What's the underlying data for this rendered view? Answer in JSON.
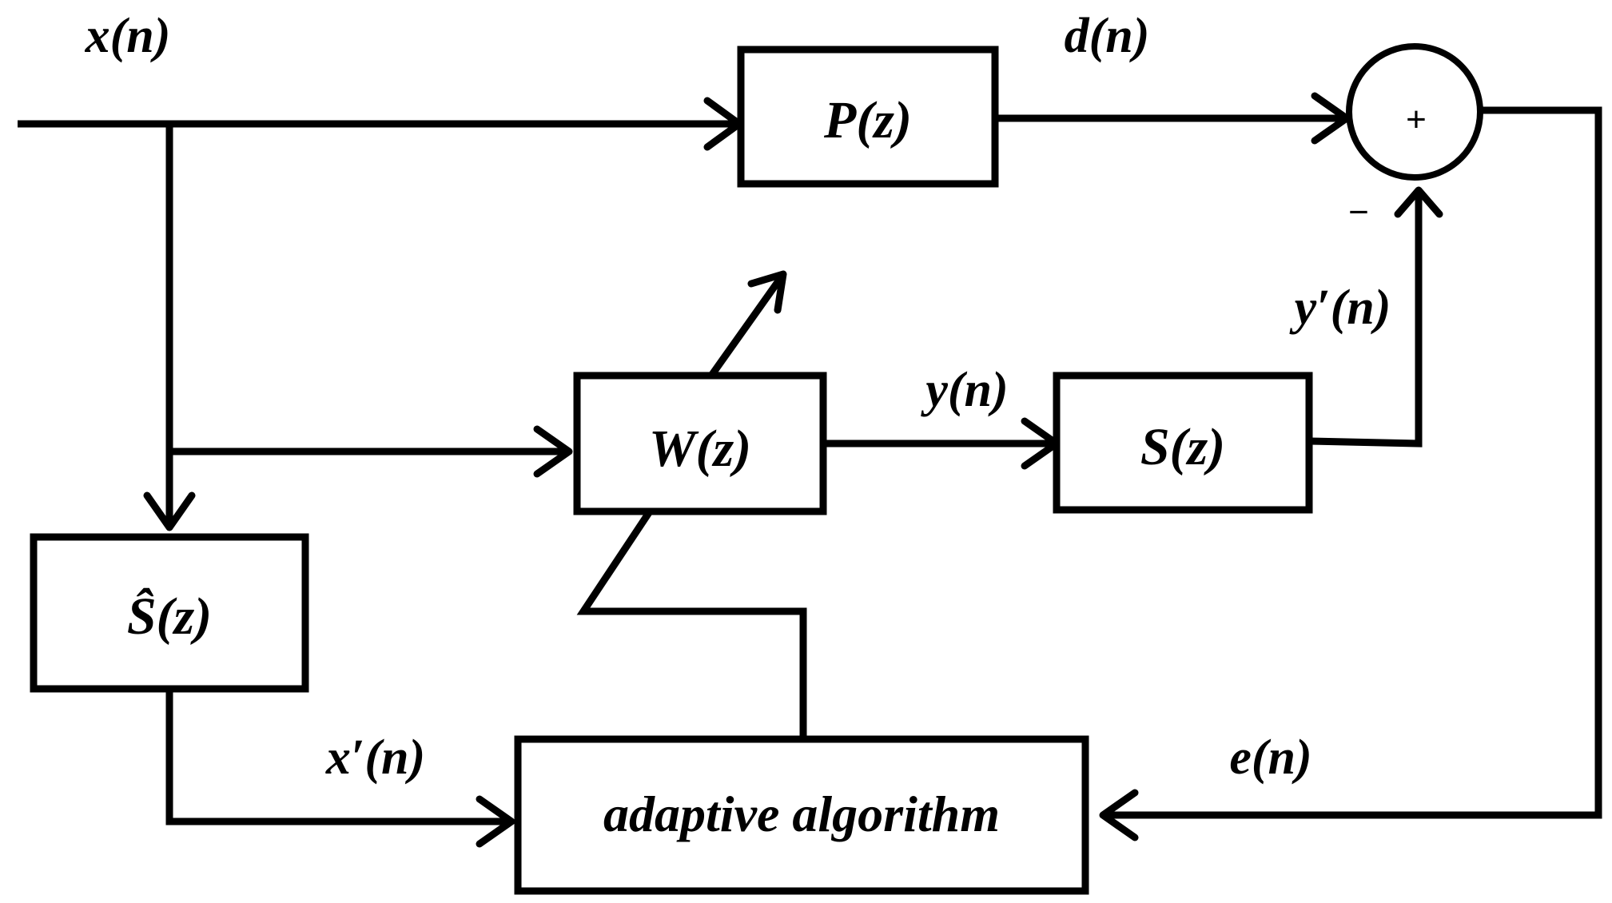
{
  "blocks": {
    "primary_path": "P(z)",
    "adaptive_filter": "W(z)",
    "secondary_path": "S(z)",
    "secondary_path_estimate": "Ŝ(z)",
    "adaptive_algorithm": "adaptive algorithm"
  },
  "signals": {
    "reference": "x(n)",
    "desired": "d(n)",
    "filter_output": "y(n)",
    "secondary_output": "y′(n)",
    "filtered_reference": "x′(n)",
    "error": "e(n)"
  },
  "summing_junction": {
    "plus_sign": "+",
    "minus_sign": "−"
  }
}
